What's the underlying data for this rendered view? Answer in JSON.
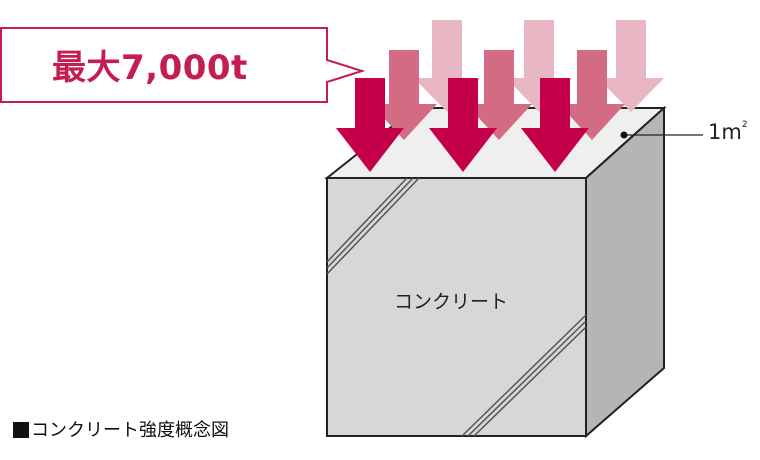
{
  "callout": {
    "text": "最大7,000t"
  },
  "cube": {
    "label": "コンクリート"
  },
  "area": {
    "value": "1m",
    "unit_superscript": "2"
  },
  "caption": {
    "text": "コンクリート強度概念図"
  },
  "colors": {
    "arrow_dark": "#c4004b",
    "arrow_mid": "#d36b84",
    "arrow_light": "#e8b6c2",
    "cube_front": "#d7d7d7",
    "cube_side": "#b5b5b5",
    "cube_top": "#efefef",
    "callout_border": "#c41d4f"
  }
}
